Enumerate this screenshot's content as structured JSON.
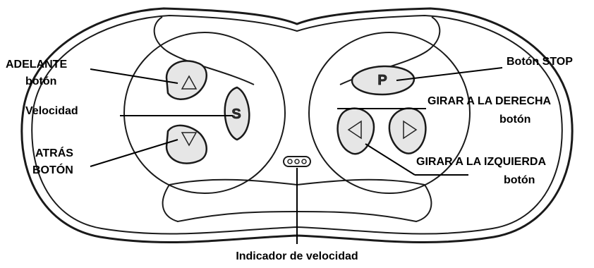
{
  "labels": {
    "forward_line1": "ADELANTE",
    "forward_line2": "botón",
    "speed": "Velocidad",
    "backward_line1": "ATRÁS",
    "backward_line2": "BOTÓN",
    "stop": "Botón STOP",
    "turn_right_line1": "GIRAR A LA DERECHA",
    "turn_right_line2": "botón",
    "turn_left_line1": "GIRAR A LA IZQUIERDA",
    "turn_left_line2": "botón",
    "speed_indicator": "Indicador de velocidad"
  },
  "buttons": {
    "speed_letter": "S",
    "park_letter": "P"
  },
  "icons": {
    "forward": "up-triangle-icon",
    "backward": "down-triangle-icon",
    "left": "left-triangle-icon",
    "right": "right-triangle-icon",
    "indicator": "three-led-indicator-icon"
  }
}
